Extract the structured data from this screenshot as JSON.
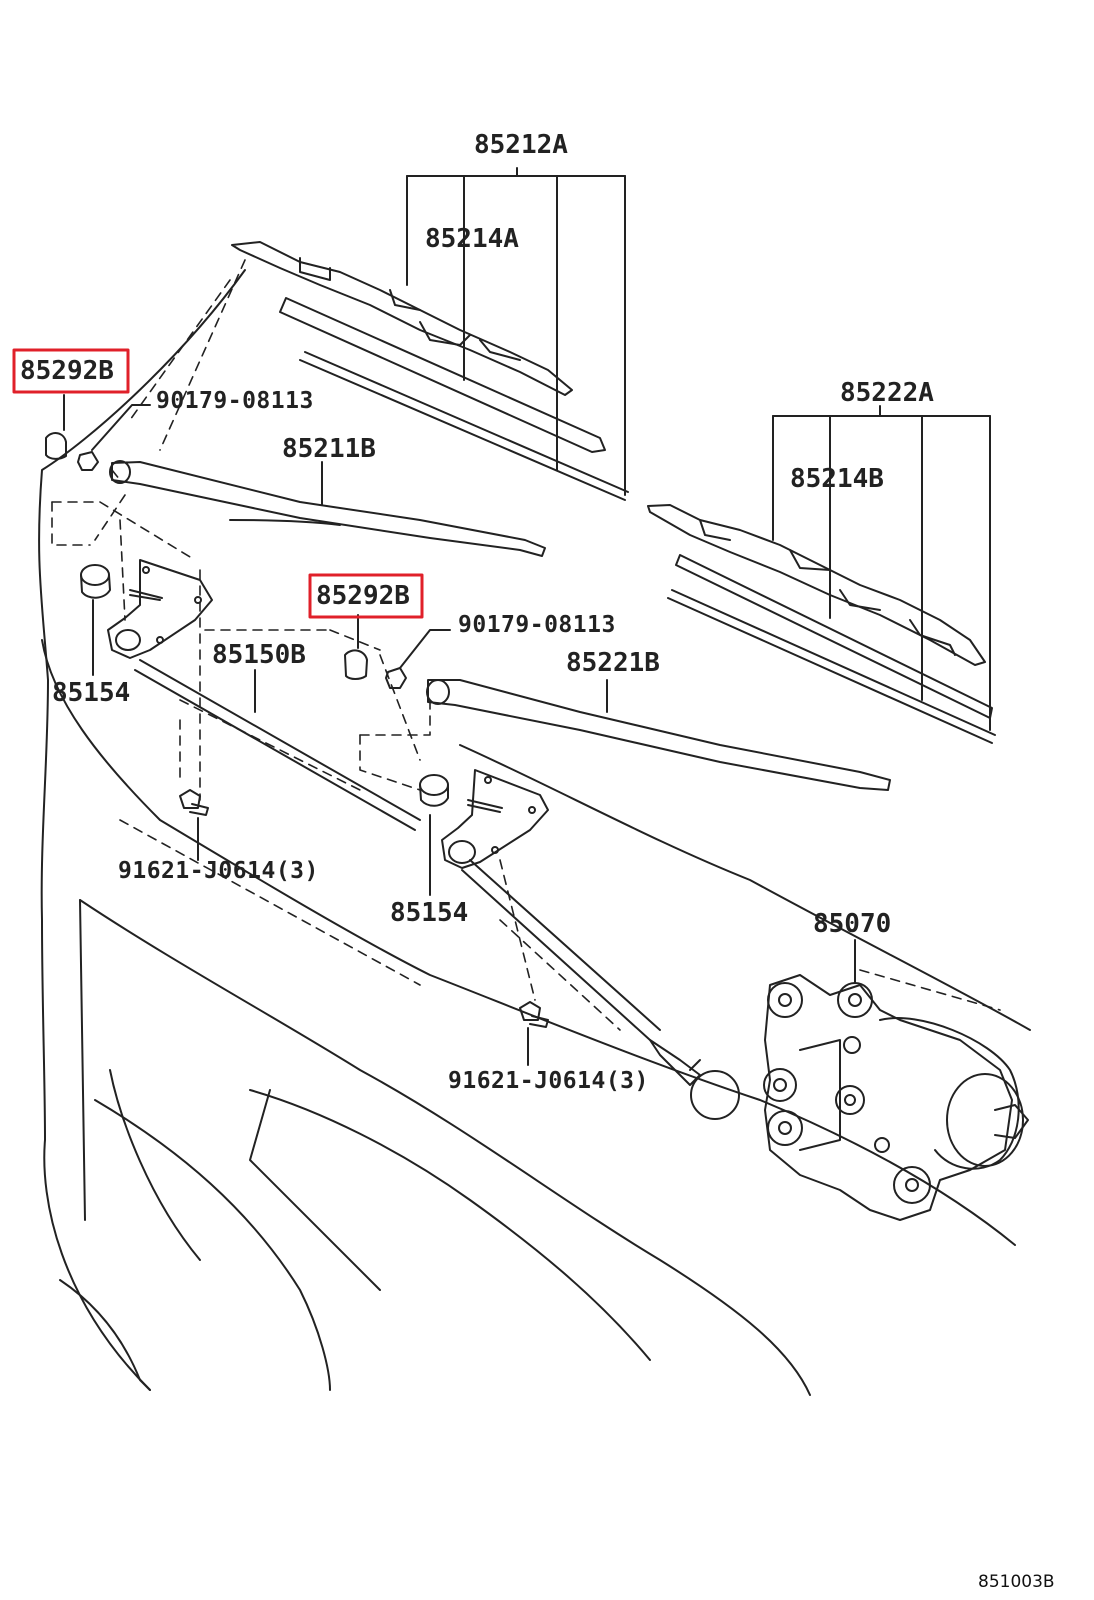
{
  "diagram": {
    "highlight_color": "#e0202a",
    "labels": {
      "p85212A": "85212A",
      "p85214A": "85214A",
      "p85292B_left": "85292B",
      "p90179_left": "90179-08113",
      "p85211B": "85211B",
      "p85222A": "85222A",
      "p85214B": "85214B",
      "p85292B_center": "85292B",
      "p90179_center": "90179-08113",
      "p85221B": "85221B",
      "p85150B": "85150B",
      "p85154_left": "85154",
      "p85154_center": "85154",
      "p91621_left": "91621-J0614(3)",
      "p91621_center": "91621-J0614(3)",
      "p85070": "85070",
      "figure_code": "851003B"
    }
  }
}
